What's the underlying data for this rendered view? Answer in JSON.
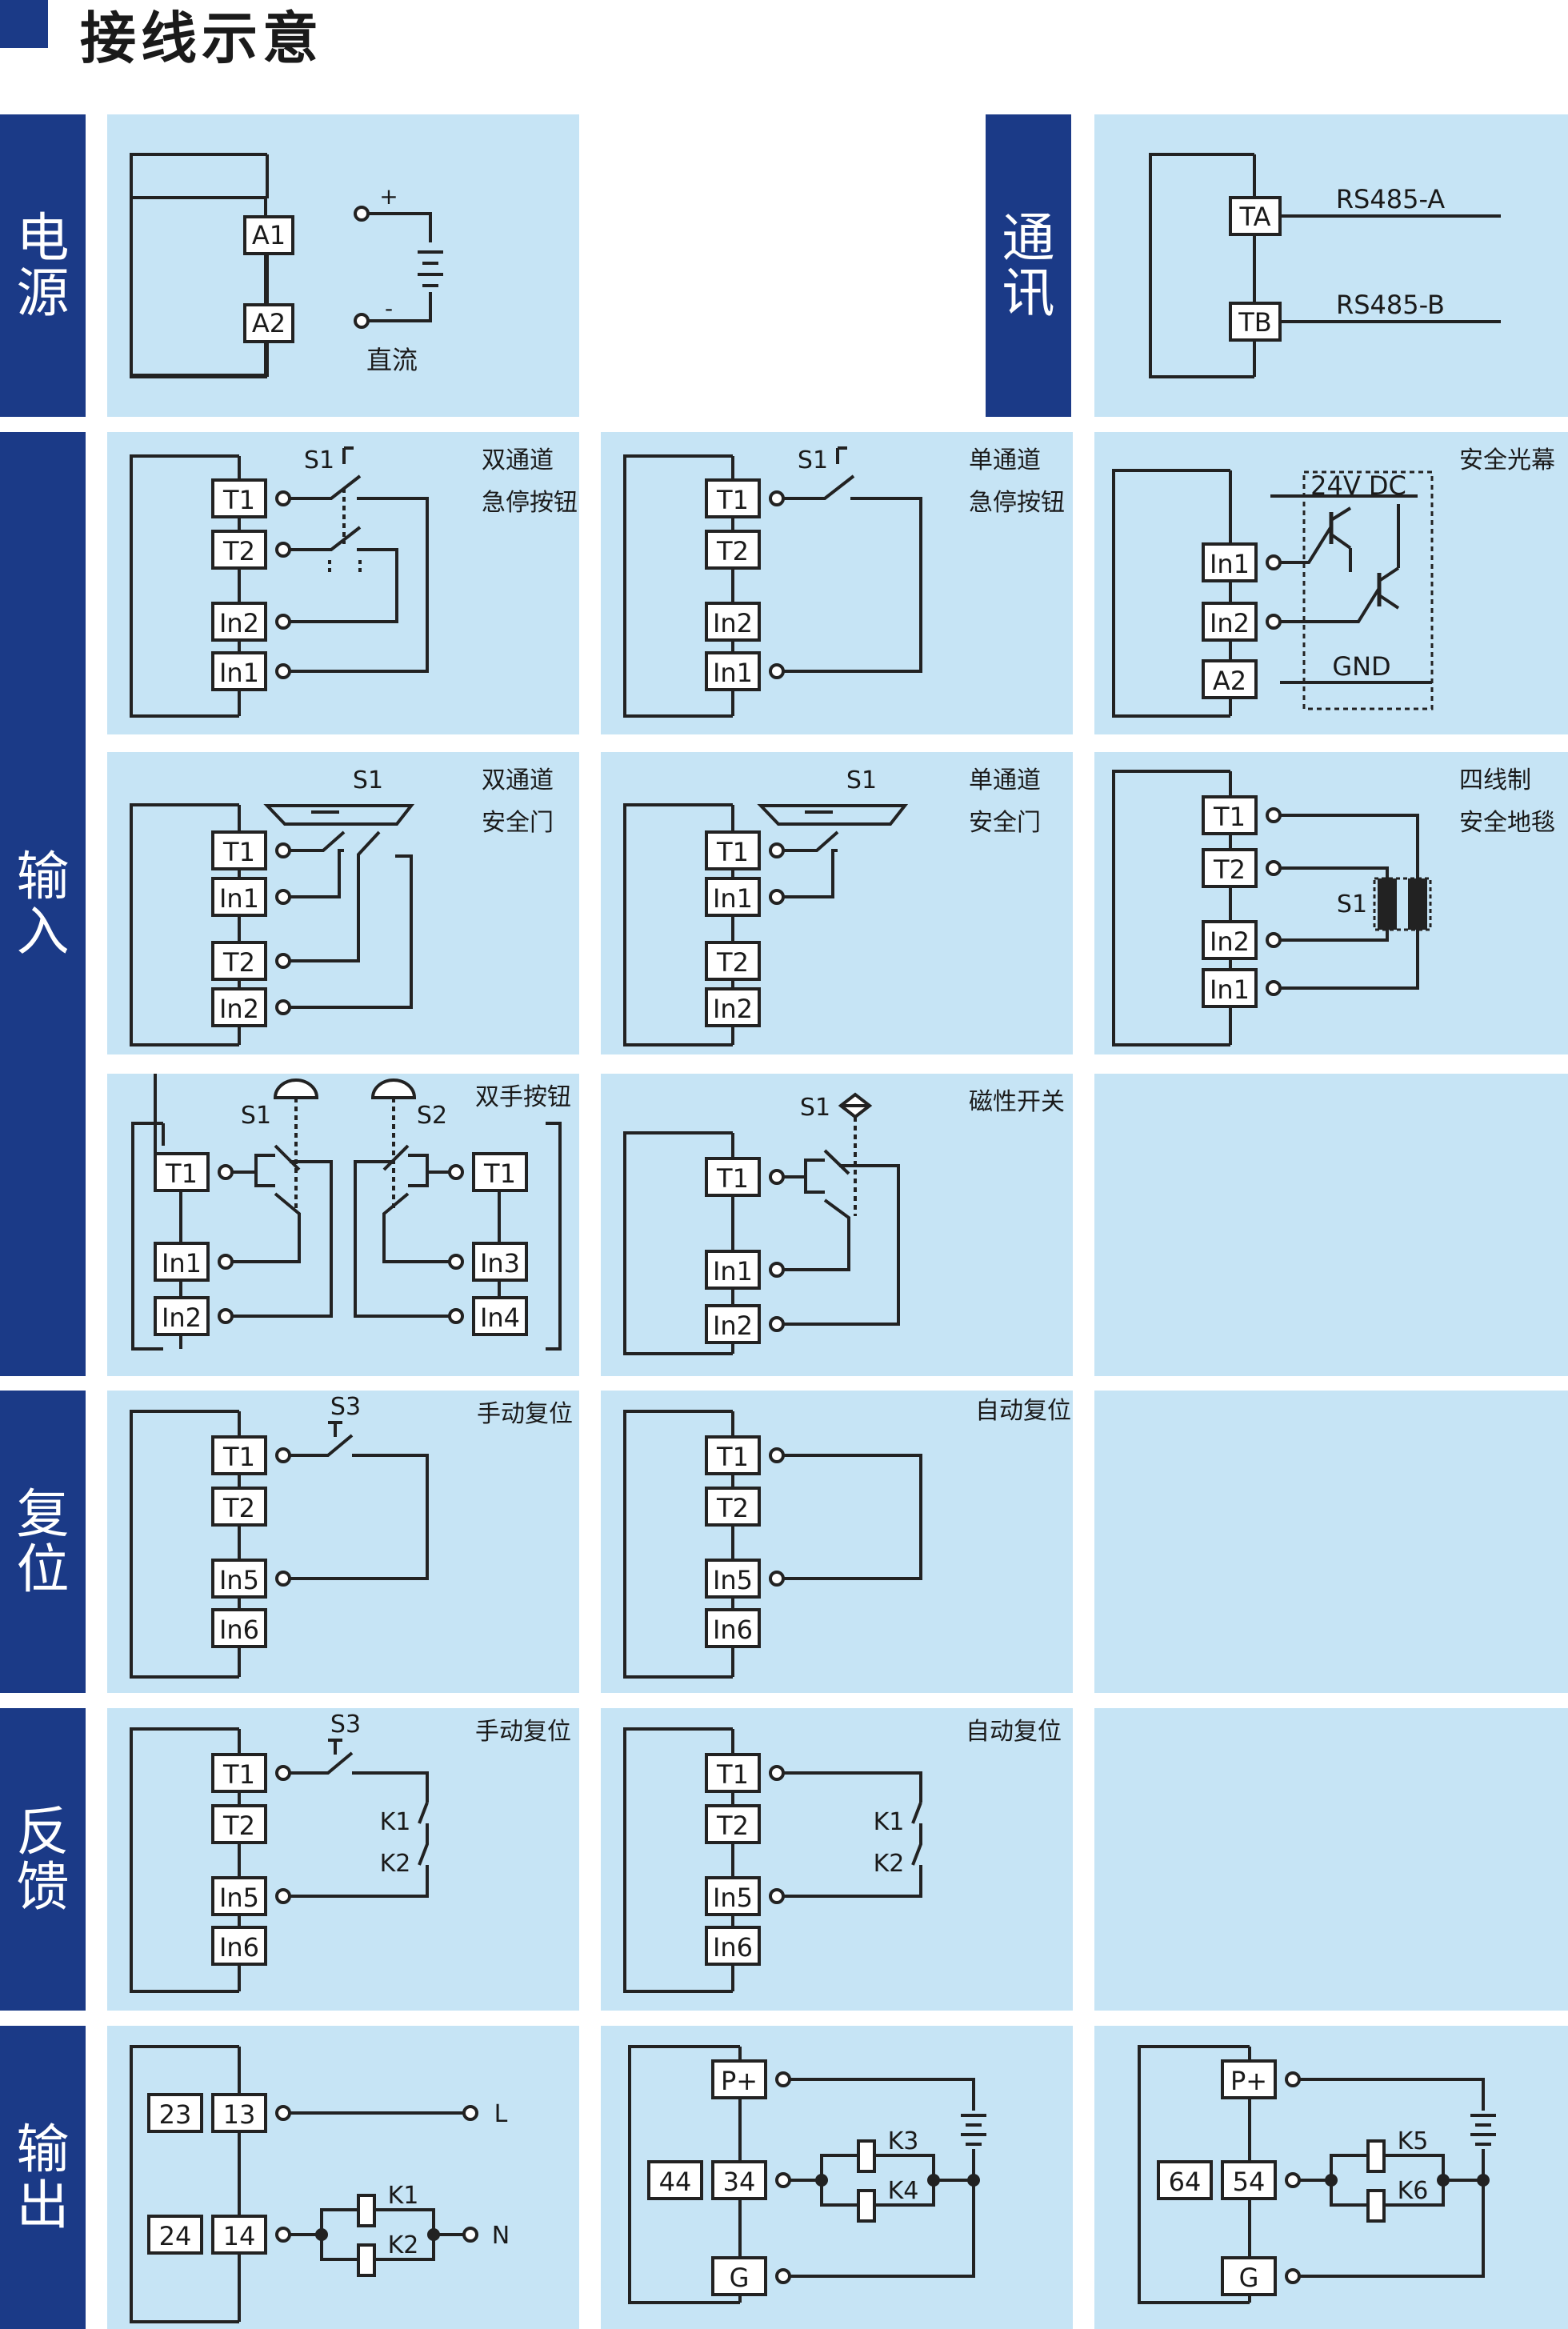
{
  "header": {
    "title": "接线示意"
  },
  "sections": {
    "power": "电源",
    "comm": "通讯",
    "input": "输入",
    "reset": "复位",
    "feedback": "反馈",
    "output": "输出"
  },
  "power": {
    "a1": "A1",
    "a2": "A2",
    "plus": "+",
    "minus": "-",
    "dc": "直流"
  },
  "comm": {
    "ta": "TA",
    "tb": "TB",
    "rs485a": "RS485-A",
    "rs485b": "RS485-B"
  },
  "inputs": {
    "dual_estop": {
      "title1": "双通道",
      "title2": "急停按钮",
      "switch": "S1",
      "t1": "T1",
      "t2": "T2",
      "in2": "In2",
      "in1": "In1"
    },
    "single_estop": {
      "title1": "单通道",
      "title2": "急停按钮",
      "switch": "S1",
      "t1": "T1",
      "t2": "T2",
      "in2": "In2",
      "in1": "In1"
    },
    "light_curtain": {
      "title": "安全光幕",
      "v24": "24V DC",
      "gnd": "GND",
      "in1": "In1",
      "in2": "In2",
      "a2": "A2"
    },
    "dual_door": {
      "title1": "双通道",
      "title2": "安全门",
      "switch": "S1",
      "t1": "T1",
      "in1": "In1",
      "t2": "T2",
      "in2": "In2"
    },
    "single_door": {
      "title1": "单通道",
      "title2": "安全门",
      "switch": "S1",
      "t1": "T1",
      "in1": "In1",
      "t2": "T2",
      "in2": "In2"
    },
    "safety_mat": {
      "title1": "四线制",
      "title2": "安全地毯",
      "switch": "S1",
      "t1": "T1",
      "t2": "T2",
      "in2": "In2",
      "in1": "In1"
    },
    "two_hand": {
      "title": "双手按钮",
      "s1": "S1",
      "s2": "S2",
      "t1a": "T1",
      "in1": "In1",
      "in2": "In2",
      "t1b": "T1",
      "in3": "In3",
      "in4": "In4"
    },
    "magnetic": {
      "title": "磁性开关",
      "switch": "S1",
      "t1": "T1",
      "in1": "In1",
      "in2": "In2"
    }
  },
  "reset": {
    "manual": {
      "title": "手动复位",
      "switch": "S3",
      "t1": "T1",
      "t2": "T2",
      "in5": "In5",
      "in6": "In6"
    },
    "auto": {
      "title": "自动复位",
      "t1": "T1",
      "t2": "T2",
      "in5": "In5",
      "in6": "In6"
    }
  },
  "feedback": {
    "manual": {
      "title": "手动复位",
      "switch": "S3",
      "t1": "T1",
      "t2": "T2",
      "in5": "In5",
      "in6": "In6",
      "k1": "K1",
      "k2": "K2"
    },
    "auto": {
      "title": "自动复位",
      "t1": "T1",
      "t2": "T2",
      "in5": "In5",
      "in6": "In6",
      "k1": "K1",
      "k2": "K2"
    }
  },
  "output": {
    "relay": {
      "t23": "23",
      "t13": "13",
      "t24": "24",
      "t14": "14",
      "l": "L",
      "n": "N",
      "k1": "K1",
      "k2": "K2"
    },
    "pnp34": {
      "pplus": "P+",
      "t44": "44",
      "t34": "34",
      "g": "G",
      "k3": "K3",
      "k4": "K4"
    },
    "pnp54": {
      "pplus": "P+",
      "t64": "64",
      "t54": "54",
      "g": "G",
      "k5": "K5",
      "k6": "K6"
    }
  }
}
